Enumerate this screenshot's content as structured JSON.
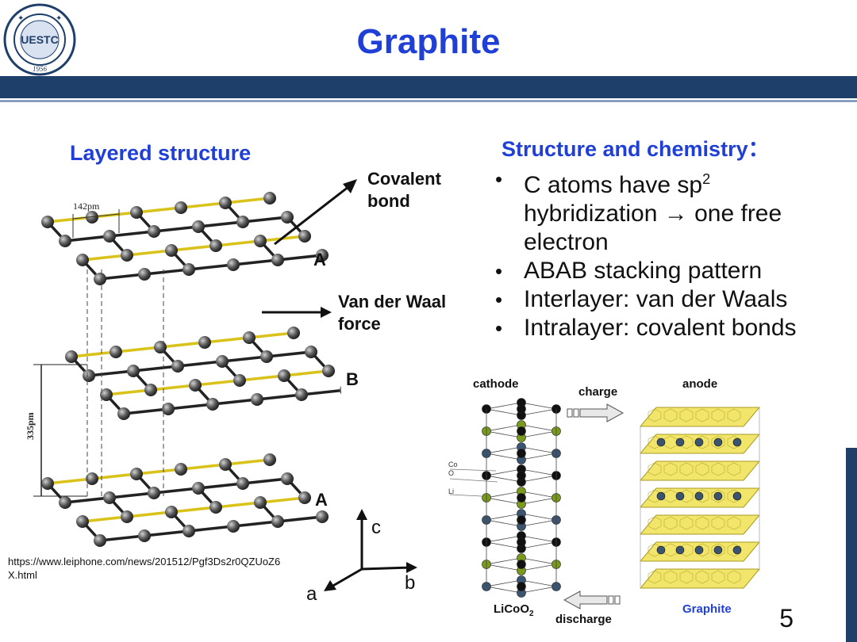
{
  "header": {
    "title": "Graphite",
    "logo_text": "UESTC",
    "logo_year": "1956"
  },
  "left": {
    "heading": "Layered structure",
    "covalent_label": "Covalent\nbond",
    "vdw_label": "Van der Waal\nforce",
    "layer_a_top": "A",
    "layer_b": "B",
    "layer_a_bottom": "A",
    "dim_142": "142pm",
    "dim_335": "335pm",
    "source_url": "https://www.leiphone.com/news/201512/Pgf3Ds2r0QZUoZ6X.html",
    "axis_c": "c",
    "axis_b": "b",
    "axis_a": "a"
  },
  "right": {
    "heading": "Structure and chemistry：",
    "bullet1_pre": "C atoms have sp",
    "bullet1_sup": "2",
    "bullet1_post": " hybridization → one free electron",
    "bullet2": "ABAB stacking pattern",
    "bullet3": "Interlayer: van der Waals",
    "bullet4": "Intralayer: covalent bonds"
  },
  "battery": {
    "cathode": "cathode",
    "anode": "anode",
    "charge": "charge",
    "discharge": "discharge",
    "co": "Co",
    "o": "O",
    "li": "Li",
    "licoo2_pre": "LiCoO",
    "licoo2_sub": "2",
    "graphite": "Graphite"
  },
  "colors": {
    "title_blue": "#1f3fd6",
    "band_navy": "#1f3f6b",
    "bond_yellow": "#d9c21a",
    "co_green": "#7a9a1e",
    "anode_yellow": "#f1e56b"
  },
  "page": {
    "number": "5"
  }
}
